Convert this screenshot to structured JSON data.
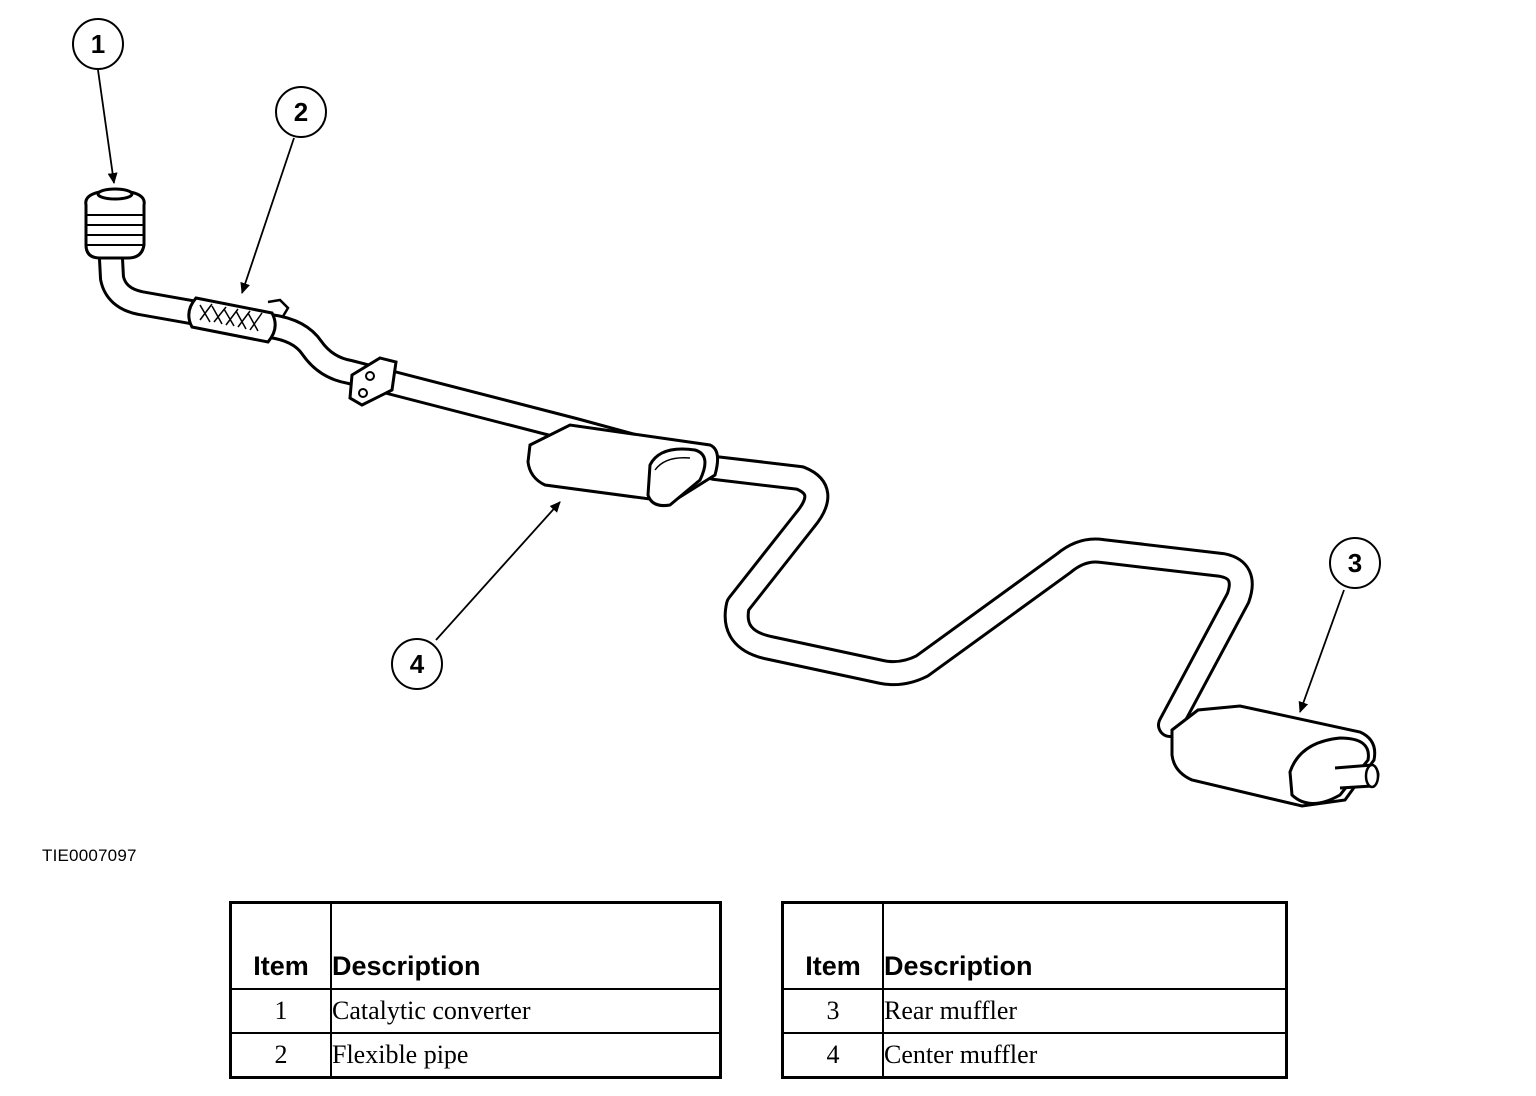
{
  "callouts": [
    {
      "num": "1"
    },
    {
      "num": "2"
    },
    {
      "num": "3"
    },
    {
      "num": "4"
    }
  ],
  "figure_id": "TIE0007097",
  "tables": [
    {
      "headers": {
        "item": "Item",
        "description": "Description"
      },
      "rows": [
        {
          "item": "1",
          "description": "Catalytic converter"
        },
        {
          "item": "2",
          "description": "Flexible pipe"
        }
      ]
    },
    {
      "headers": {
        "item": "Item",
        "description": "Description"
      },
      "rows": [
        {
          "item": "3",
          "description": "Rear muffler"
        },
        {
          "item": "4",
          "description": "Center muffler"
        }
      ]
    }
  ]
}
